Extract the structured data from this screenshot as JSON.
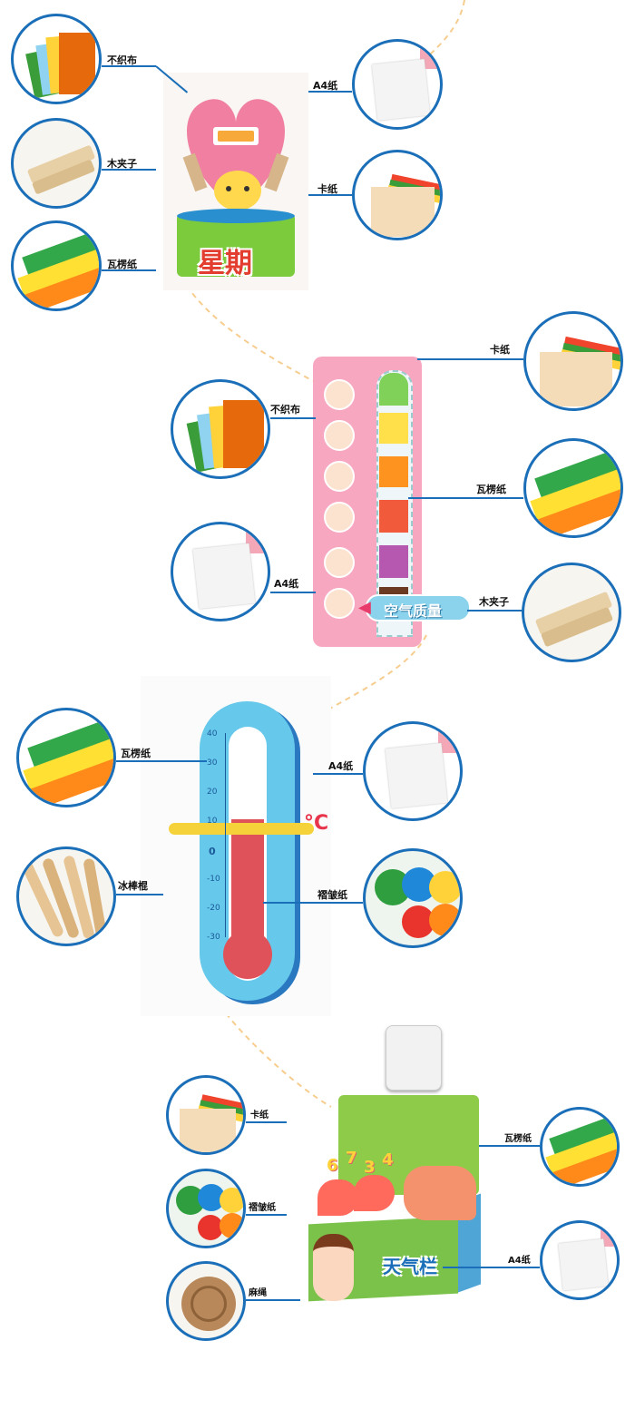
{
  "colors": {
    "accent_blue": "#1b6fb8",
    "pink": "#f49ab4",
    "green": "#6ec23b",
    "yellow": "#ffe33a",
    "orange": "#ff8a1a",
    "red": "#ef5350",
    "purple": "#b657b0",
    "sky": "#7ed0f0",
    "beige": "#f7dfc0"
  },
  "section1": {
    "labels": {
      "felt": "不织布",
      "a4": "A4纸",
      "clip": "木夹子",
      "card": "卡纸",
      "corrugated": "瓦楞纸"
    },
    "craft_text": "星期"
  },
  "section2": {
    "labels": {
      "card": "卡纸",
      "felt": "不织布",
      "corrugated": "瓦楞纸",
      "a4": "A4纸",
      "clip": "木夹子"
    },
    "badge_text": "空气质量"
  },
  "section3": {
    "labels": {
      "corrugated": "瓦楞纸",
      "a4": "A4纸",
      "stick": "冰棒棍",
      "crepe": "褶皱纸"
    },
    "unit": "°C",
    "scale": [
      "40",
      "30",
      "20",
      "10",
      "0",
      "-10",
      "-20",
      "-30"
    ]
  },
  "section4": {
    "labels": {
      "card": "卡纸",
      "crepe": "褶皱纸",
      "twine": "麻绳",
      "corrugated": "瓦楞纸",
      "a4": "A4纸"
    },
    "digits": [
      "6",
      "7",
      "3",
      "4"
    ],
    "board_text": "天气栏"
  }
}
